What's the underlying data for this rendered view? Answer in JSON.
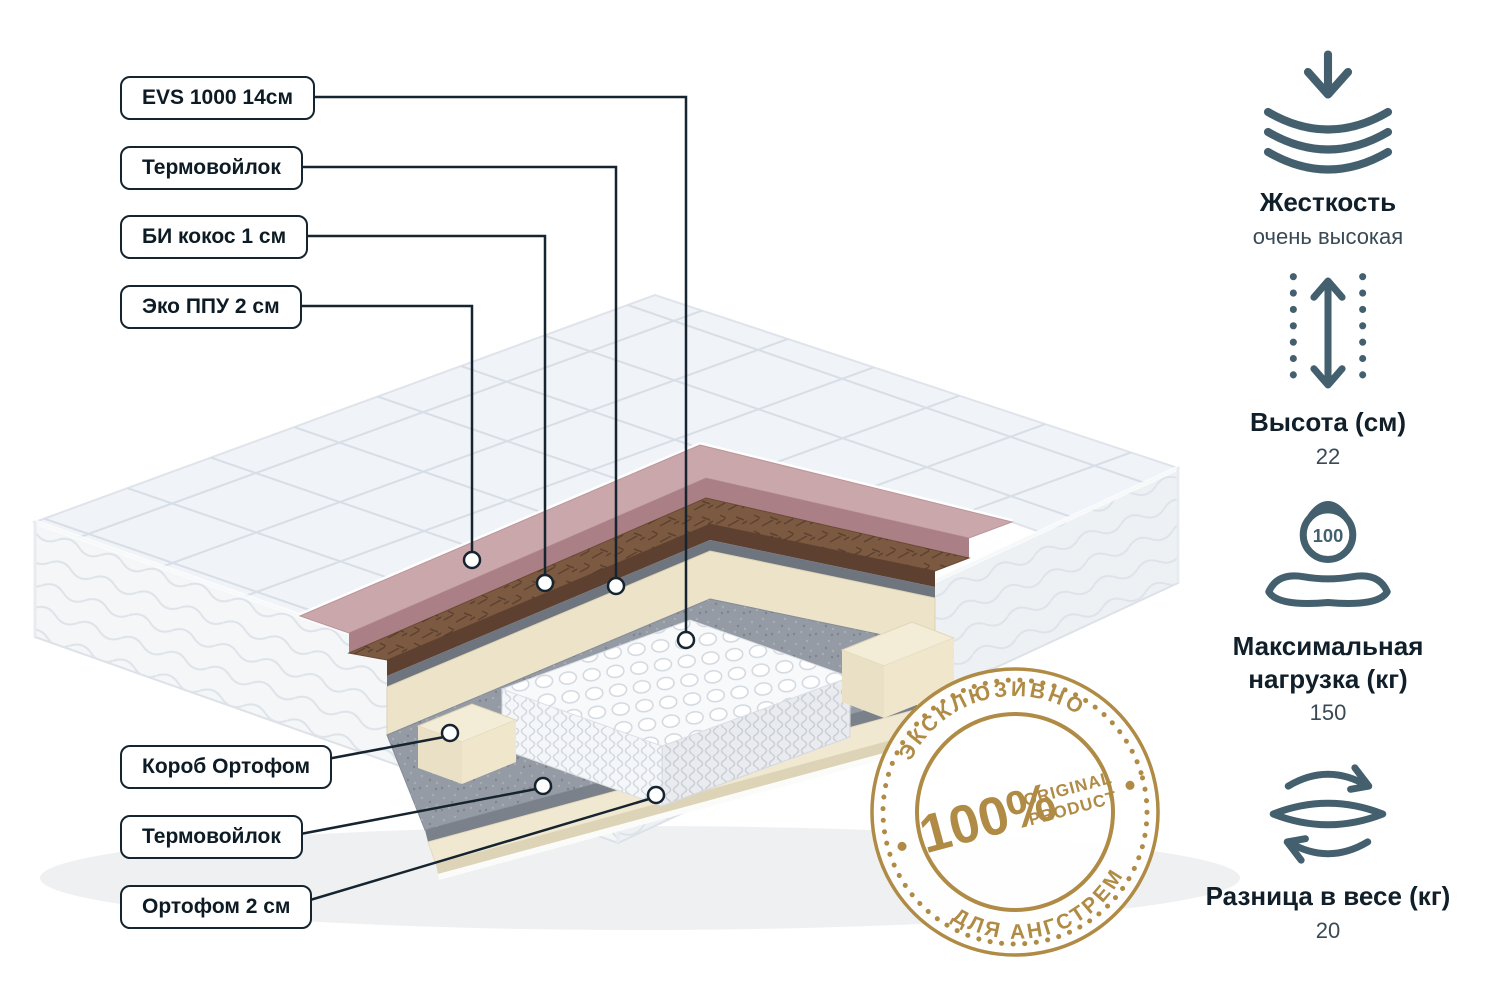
{
  "product_callouts": {
    "top": [
      {
        "text": "EVS 1000 14см"
      },
      {
        "text": "Термовойлок"
      },
      {
        "text": "БИ кокос 1 см"
      },
      {
        "text": "Эко ППУ 2 см"
      }
    ],
    "bottom": [
      {
        "text": "Короб Ортофом"
      },
      {
        "text": "Термовойлок"
      },
      {
        "text": "Ортофом 2 см"
      }
    ]
  },
  "stamp": {
    "arc_top": "ЭКСКЛЮЗИВНО",
    "arc_bottom": "ДЛЯ АНГСТРЕМ",
    "percent": "100%",
    "product_line1": "ORIGINAL",
    "product_line2": "PRODUCT",
    "color": "#b08b45"
  },
  "specs": [
    {
      "icon": "firmness-icon",
      "title": "Жесткость",
      "value": "очень высокая"
    },
    {
      "icon": "height-icon",
      "title": "Высота (см)",
      "value": "22"
    },
    {
      "icon": "max-load-icon",
      "icon_label": "100",
      "title": "Максимальная нагрузка (кг)",
      "value": "150"
    },
    {
      "icon": "weight-difference-icon",
      "title": "Разница в весе (кг)",
      "value": "20"
    }
  ],
  "colors": {
    "callout_line": "#15242e",
    "icon_stroke": "#44606e",
    "quilt": "#f0f3f7",
    "foam_pink": "#c9a7ab",
    "coconut_brown": "#7c5a42",
    "felt_gray": "#959ba4",
    "foam_cream": "#f0e8d1",
    "stamp_gold": "#b08b45"
  }
}
